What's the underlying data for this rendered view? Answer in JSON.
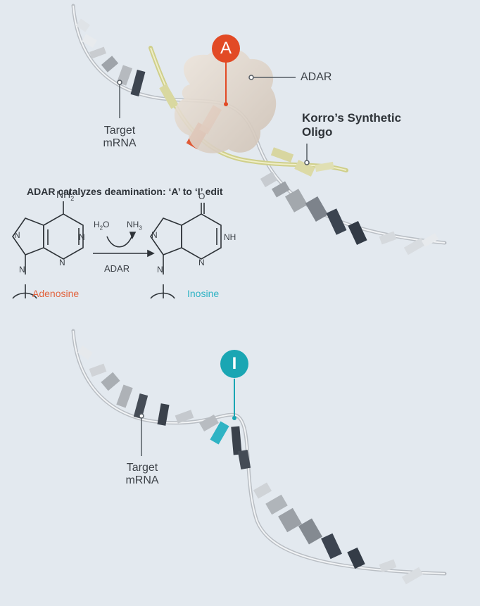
{
  "colors": {
    "background": "#e3e9ef",
    "adenosine": "#e2623c",
    "inosine": "#2fb3c4",
    "marker_a": "#e24a25",
    "marker_i": "#1aa6b3",
    "oligo": "#c9c98a",
    "adar_blob": "#ddd2c8"
  },
  "top_diagram": {
    "marker_letter": "A",
    "adar_label": "ADAR",
    "target_label_line1": "Target",
    "target_label_line2": "mRNA",
    "oligo_label_line1": "Korro’s Synthetic",
    "oligo_label_line2": "Oligo"
  },
  "reaction": {
    "caption": "ADAR catalyzes deamination: ‘A’ to ‘I’ edit",
    "reactant_label": "Adenosine",
    "product_label": "Inosine",
    "enzyme": "ADAR",
    "consumed": "H",
    "consumed_sub": "2",
    "consumed_tail": "O",
    "released": "NH",
    "released_sub": "3",
    "amine_group": "NH",
    "amine_sub": "2",
    "atom_n": "N",
    "atom_o": "O",
    "atom_nh": "NH"
  },
  "bottom_diagram": {
    "marker_letter": "I",
    "target_label_line1": "Target",
    "target_label_line2": "mRNA"
  }
}
